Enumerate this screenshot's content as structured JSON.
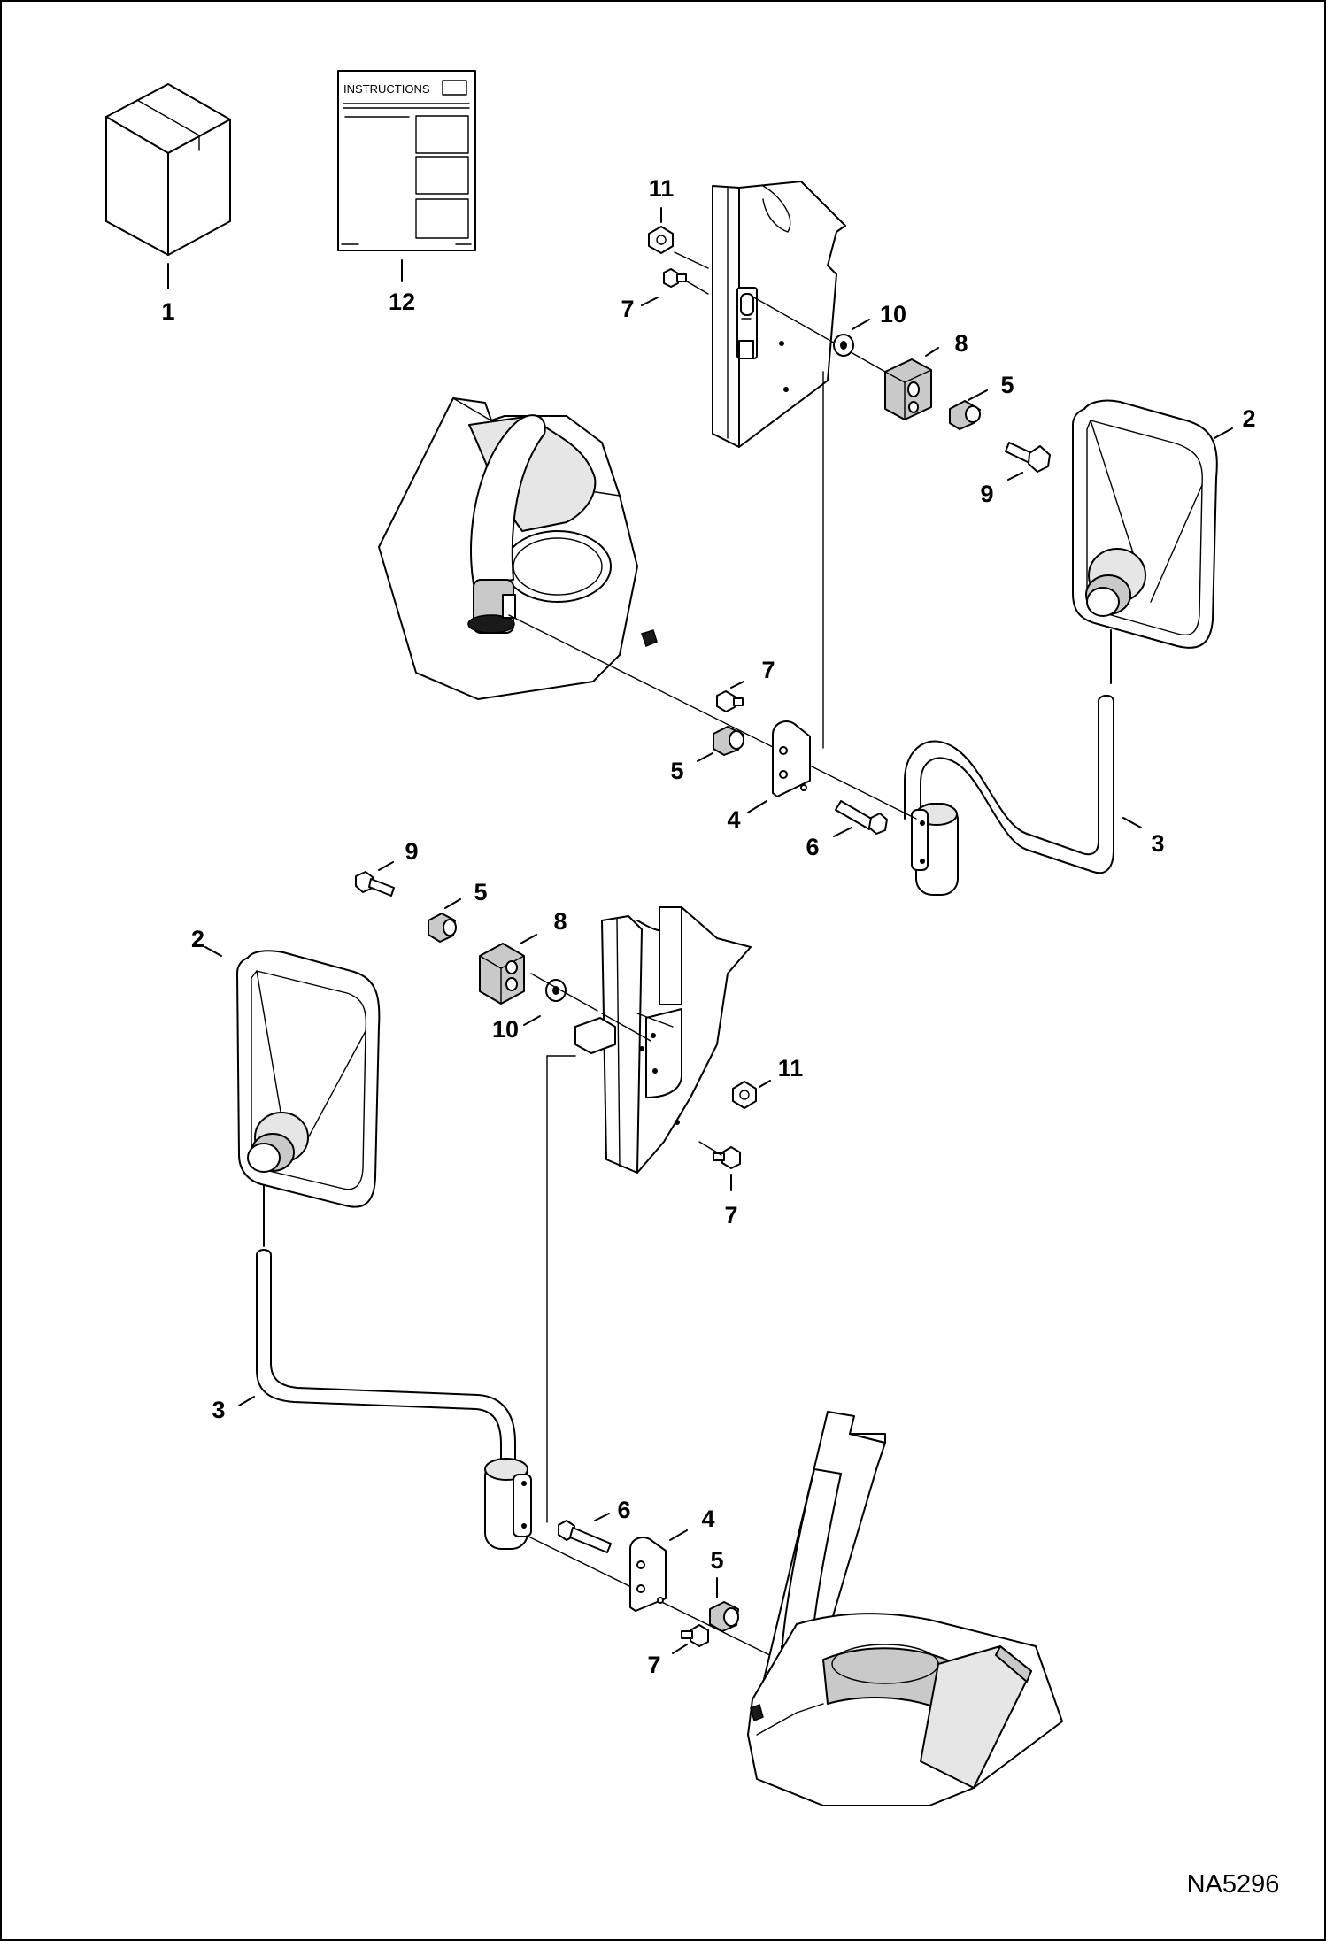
{
  "instructions_sheet": {
    "header": "INSTRUCTIONS"
  },
  "callouts": {
    "c1": "1",
    "c12": "12",
    "c11_top": "11",
    "c7_top": "7",
    "c10_top": "10",
    "c8_top": "8",
    "c5_top": "5",
    "c2_right": "2",
    "c9_top": "9",
    "c7_mid": "7",
    "c5_mid": "5",
    "c4_mid": "4",
    "c6_mid": "6",
    "c3_right": "3",
    "c9_low": "9",
    "c5_low": "5",
    "c2_left": "2",
    "c8_low": "8",
    "c10_low": "10",
    "c11_low": "11",
    "c7_low": "7",
    "c3_left": "3",
    "c6_bot": "6",
    "c4_bot": "4",
    "c5_bot": "5",
    "c7_bot": "7"
  },
  "drawing_id": "NA5296"
}
